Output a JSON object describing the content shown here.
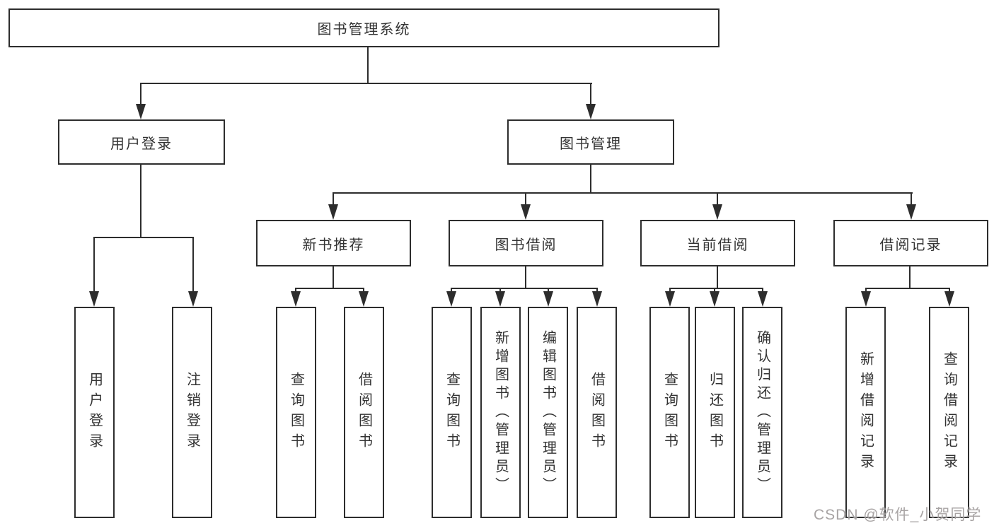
{
  "tree": {
    "root": {
      "label": "图书管理系统"
    },
    "level2": [
      {
        "label": "用户登录"
      },
      {
        "label": "图书管理"
      }
    ],
    "level3": [
      {
        "label": "新书推荐",
        "parent": "图书管理"
      },
      {
        "label": "图书借阅",
        "parent": "图书管理"
      },
      {
        "label": "当前借阅",
        "parent": "图书管理"
      },
      {
        "label": "借阅记录",
        "parent": "图书管理"
      }
    ],
    "leaves": [
      {
        "label": "用户登录",
        "parent": "用户登录"
      },
      {
        "label": "注销登录",
        "parent": "用户登录"
      },
      {
        "label": "查询图书",
        "parent": "新书推荐"
      },
      {
        "label": "借阅图书",
        "parent": "新书推荐"
      },
      {
        "label": "查询图书",
        "parent": "图书借阅"
      },
      {
        "label": "新增图书（管理员）",
        "parent": "图书借阅"
      },
      {
        "label": "编辑图书（管理员）",
        "parent": "图书借阅"
      },
      {
        "label": "借阅图书",
        "parent": "图书借阅"
      },
      {
        "label": "查询图书",
        "parent": "当前借阅"
      },
      {
        "label": "归还图书",
        "parent": "当前借阅"
      },
      {
        "label": "确认归还（管理员）",
        "parent": "当前借阅"
      },
      {
        "label": "新增借阅记录",
        "parent": "借阅记录"
      },
      {
        "label": "查询借阅记录",
        "parent": "借阅记录"
      }
    ]
  },
  "watermark": {
    "text": "CSDN @软件_小贺同学"
  },
  "colors": {
    "line": "#2d2d2d",
    "text": "#333333",
    "box_bg": "#ffffff",
    "watermark": "#9e9a9a"
  }
}
